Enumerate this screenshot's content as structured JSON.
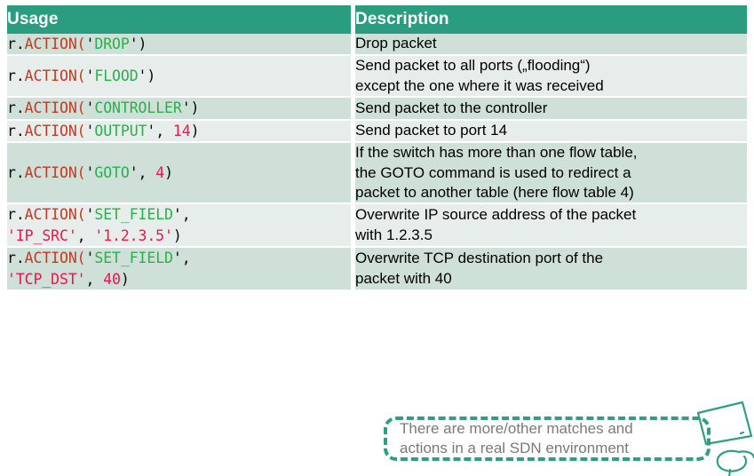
{
  "table": {
    "columns": [
      "Usage",
      "Description"
    ],
    "rows": [
      {
        "usage_tokens": [
          {
            "t": "r.",
            "c": "plain"
          },
          {
            "t": "ACTION(",
            "c": "fn"
          },
          {
            "t": "'",
            "c": "punc"
          },
          {
            "t": "DROP",
            "c": "str"
          },
          {
            "t": "'",
            "c": "punc"
          },
          {
            "t": ")",
            "c": "punc"
          }
        ],
        "usage_plain": "r.ACTION('DROP')",
        "description": "Drop packet"
      },
      {
        "usage_tokens": [
          {
            "t": "r.",
            "c": "plain"
          },
          {
            "t": "ACTION(",
            "c": "fn"
          },
          {
            "t": "'",
            "c": "punc"
          },
          {
            "t": "FLOOD",
            "c": "str"
          },
          {
            "t": "'",
            "c": "punc"
          },
          {
            "t": ")",
            "c": "punc"
          }
        ],
        "usage_plain": "r.ACTION('FLOOD')",
        "description": "Send packet to all ports („flooding“)\nexcept the one where it was received"
      },
      {
        "usage_tokens": [
          {
            "t": "r.",
            "c": "plain"
          },
          {
            "t": "ACTION(",
            "c": "fn"
          },
          {
            "t": "'",
            "c": "punc"
          },
          {
            "t": "CONTROLLER",
            "c": "str"
          },
          {
            "t": "'",
            "c": "punc"
          },
          {
            "t": ")",
            "c": "punc"
          }
        ],
        "usage_plain": "r.ACTION('CONTROLLER')",
        "description": "Send packet to the controller"
      },
      {
        "usage_tokens": [
          {
            "t": "r.",
            "c": "plain"
          },
          {
            "t": "ACTION(",
            "c": "fn"
          },
          {
            "t": "'",
            "c": "punc"
          },
          {
            "t": "OUTPUT",
            "c": "str"
          },
          {
            "t": "'",
            "c": "punc"
          },
          {
            "t": ", ",
            "c": "punc"
          },
          {
            "t": "14",
            "c": "num"
          },
          {
            "t": ")",
            "c": "punc"
          }
        ],
        "usage_plain": "r.ACTION('OUTPUT', 14)",
        "description": "Send packet to port 14"
      },
      {
        "usage_tokens": [
          {
            "t": "r.",
            "c": "plain"
          },
          {
            "t": "ACTION(",
            "c": "fn"
          },
          {
            "t": "'",
            "c": "punc"
          },
          {
            "t": "GOTO",
            "c": "str"
          },
          {
            "t": "'",
            "c": "punc"
          },
          {
            "t": ", ",
            "c": "punc"
          },
          {
            "t": "4",
            "c": "num"
          },
          {
            "t": ")",
            "c": "punc"
          }
        ],
        "usage_plain": "r.ACTION('GOTO', 4)",
        "description": "If the switch has more than one flow table,\nthe GOTO command is used to redirect a\npacket to another table (here flow table 4)"
      },
      {
        "usage_tokens": [
          {
            "t": "r.",
            "c": "plain"
          },
          {
            "t": "ACTION(",
            "c": "fn"
          },
          {
            "t": "'",
            "c": "punc"
          },
          {
            "t": "SET_FIELD",
            "c": "str"
          },
          {
            "t": "'",
            "c": "punc"
          },
          {
            "t": ",\n",
            "c": "punc"
          },
          {
            "t": "'IP_SRC'",
            "c": "red"
          },
          {
            "t": ", ",
            "c": "punc"
          },
          {
            "t": "'1.2.3.5'",
            "c": "red"
          },
          {
            "t": ")",
            "c": "punc"
          }
        ],
        "usage_plain": "r.ACTION('SET_FIELD',\n'IP_SRC', '1.2.3.5')",
        "description": "Overwrite IP source address of the packet\nwith 1.2.3.5"
      },
      {
        "usage_tokens": [
          {
            "t": "r.",
            "c": "plain"
          },
          {
            "t": "ACTION(",
            "c": "fn"
          },
          {
            "t": "'",
            "c": "punc"
          },
          {
            "t": "SET_FIELD",
            "c": "str"
          },
          {
            "t": "'",
            "c": "punc"
          },
          {
            "t": ",\n",
            "c": "punc"
          },
          {
            "t": "'TCP_DST'",
            "c": "red"
          },
          {
            "t": ", ",
            "c": "punc"
          },
          {
            "t": "40",
            "c": "red"
          },
          {
            "t": ")",
            "c": "punc"
          }
        ],
        "usage_plain": "r.ACTION('SET_FIELD',\n'TCP_DST', 40)",
        "description": "Overwrite TCP destination port of the\npacket with 40"
      }
    ]
  },
  "callout": {
    "text": "There are more/other matches and\nactions in a real SDN environment",
    "icon": "hand-drawn-monitor-sketch"
  },
  "colors": {
    "header_bg": "#2a9d80",
    "header_fg": "#ffffff",
    "row_shade_a": "#cfe0d8",
    "row_shade_b": "#e7edeb",
    "code_function": "#c23b22",
    "code_string": "#2ab04a",
    "code_number": "#f3124a",
    "callout_border": "#2f9e82",
    "callout_text": "#7a7a7a"
  }
}
